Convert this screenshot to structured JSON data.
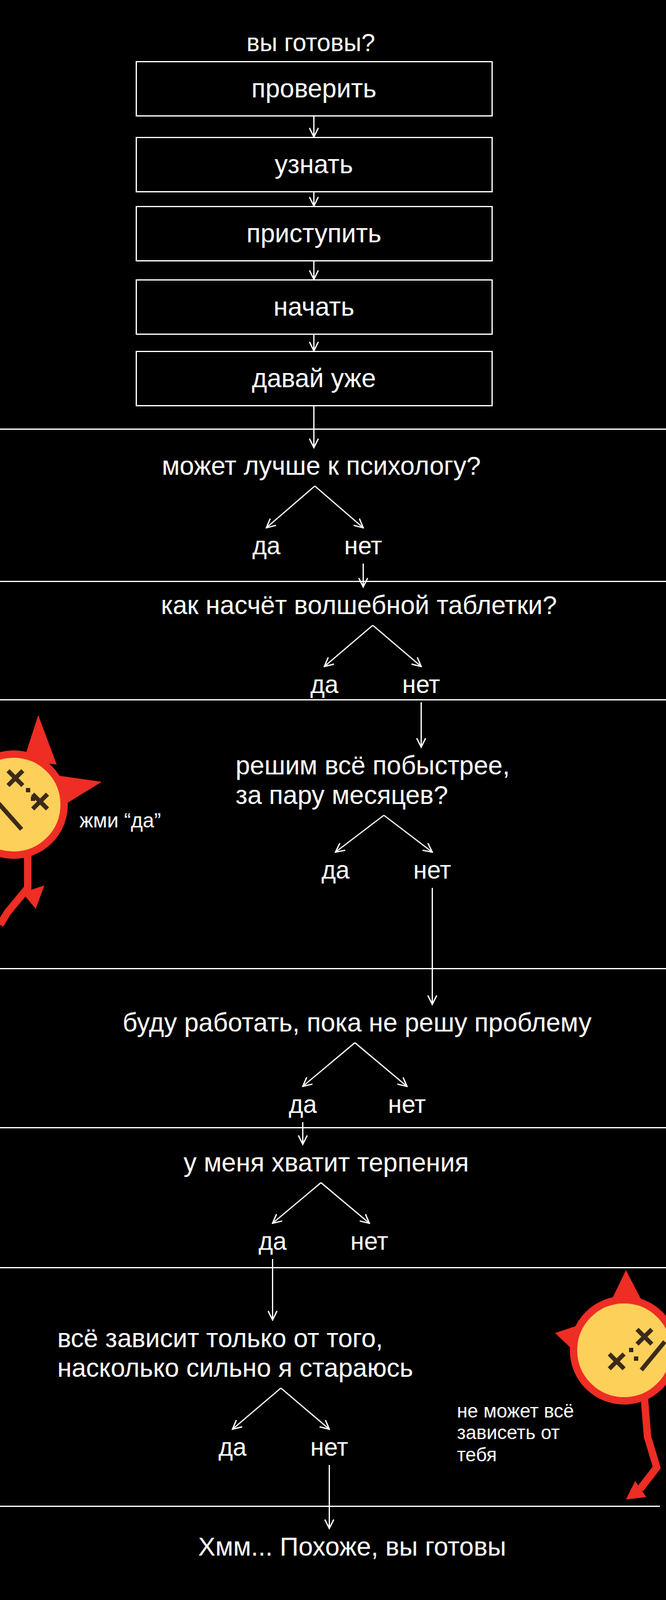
{
  "diagram": {
    "title": "вы готовы?",
    "nodes": [
      {
        "text": [
          "проверить"
        ]
      },
      {
        "text": [
          "узнать"
        ]
      },
      {
        "text": [
          "приступить"
        ]
      },
      {
        "text": [
          "начать"
        ]
      },
      {
        "text": [
          "давай уже"
        ]
      },
      {
        "text": [
          "может лучше к психологу?"
        ]
      },
      {
        "text": [
          "да"
        ]
      },
      {
        "text": [
          "нет"
        ]
      },
      {
        "text": [
          "как насчёт волшебной таблетки?"
        ]
      },
      {
        "text": [
          "да"
        ]
      },
      {
        "text": [
          "нет"
        ]
      },
      {
        "text": [
          "решим всё побыстрее, за пару месяцев?"
        ]
      },
      {
        "text": [
          "да"
        ]
      },
      {
        "text": [
          "нет"
        ]
      },
      {
        "text": [
          "буду работать, пока не решу проблему"
        ]
      },
      {
        "text": [
          "да"
        ]
      },
      {
        "text": [
          "нет"
        ]
      },
      {
        "text": [
          "у меня хватит терпения"
        ]
      },
      {
        "text": [
          "да"
        ]
      },
      {
        "text": [
          "нет"
        ]
      },
      {
        "text": [
          "всё зависит только от того, насколько сильно я стараюсь"
        ]
      },
      {
        "text": [
          "да"
        ]
      },
      {
        "text": [
          "нет"
        ]
      },
      {
        "text": [
          "Хмм... Похоже, вы готовы"
        ]
      }
    ],
    "edges": [
      {
        "from": 0,
        "to": 1,
        "arrow": "to"
      },
      {
        "from": 1,
        "to": 2,
        "arrow": "to"
      },
      {
        "from": 2,
        "to": 3,
        "arrow": "to"
      },
      {
        "from": 3,
        "to": 4,
        "arrow": "to"
      },
      {
        "from": 4,
        "to": 5,
        "arrow": "to"
      },
      {
        "from": 5,
        "to": 6,
        "arrow": "to"
      },
      {
        "from": 5,
        "to": 7,
        "arrow": "to"
      },
      {
        "from": 7,
        "to": 8,
        "arrow": "to"
      },
      {
        "from": 8,
        "to": 9,
        "arrow": "to"
      },
      {
        "from": 8,
        "to": 10,
        "arrow": "to"
      },
      {
        "from": 10,
        "to": 11,
        "arrow": "to"
      },
      {
        "from": 11,
        "to": 12,
        "arrow": "to"
      },
      {
        "from": 11,
        "to": 13,
        "arrow": "to"
      },
      {
        "from": 13,
        "to": 14,
        "arrow": "to"
      },
      {
        "from": 14,
        "to": 15,
        "arrow": "to"
      },
      {
        "from": 14,
        "to": 16,
        "arrow": "to"
      },
      {
        "from": 15,
        "to": 17,
        "arrow": "to"
      },
      {
        "from": 17,
        "to": 18,
        "arrow": "to"
      },
      {
        "from": 17,
        "to": 19,
        "arrow": "to"
      },
      {
        "from": 18,
        "to": 20,
        "arrow": "to"
      },
      {
        "from": 20,
        "to": 21,
        "arrow": "to"
      },
      {
        "from": 20,
        "to": 22,
        "arrow": "to"
      },
      {
        "from": 22,
        "to": 23,
        "arrow": "to"
      }
    ],
    "labels": [
      "жми “да”",
      "не может всё зависеть от тебя"
    ]
  }
}
